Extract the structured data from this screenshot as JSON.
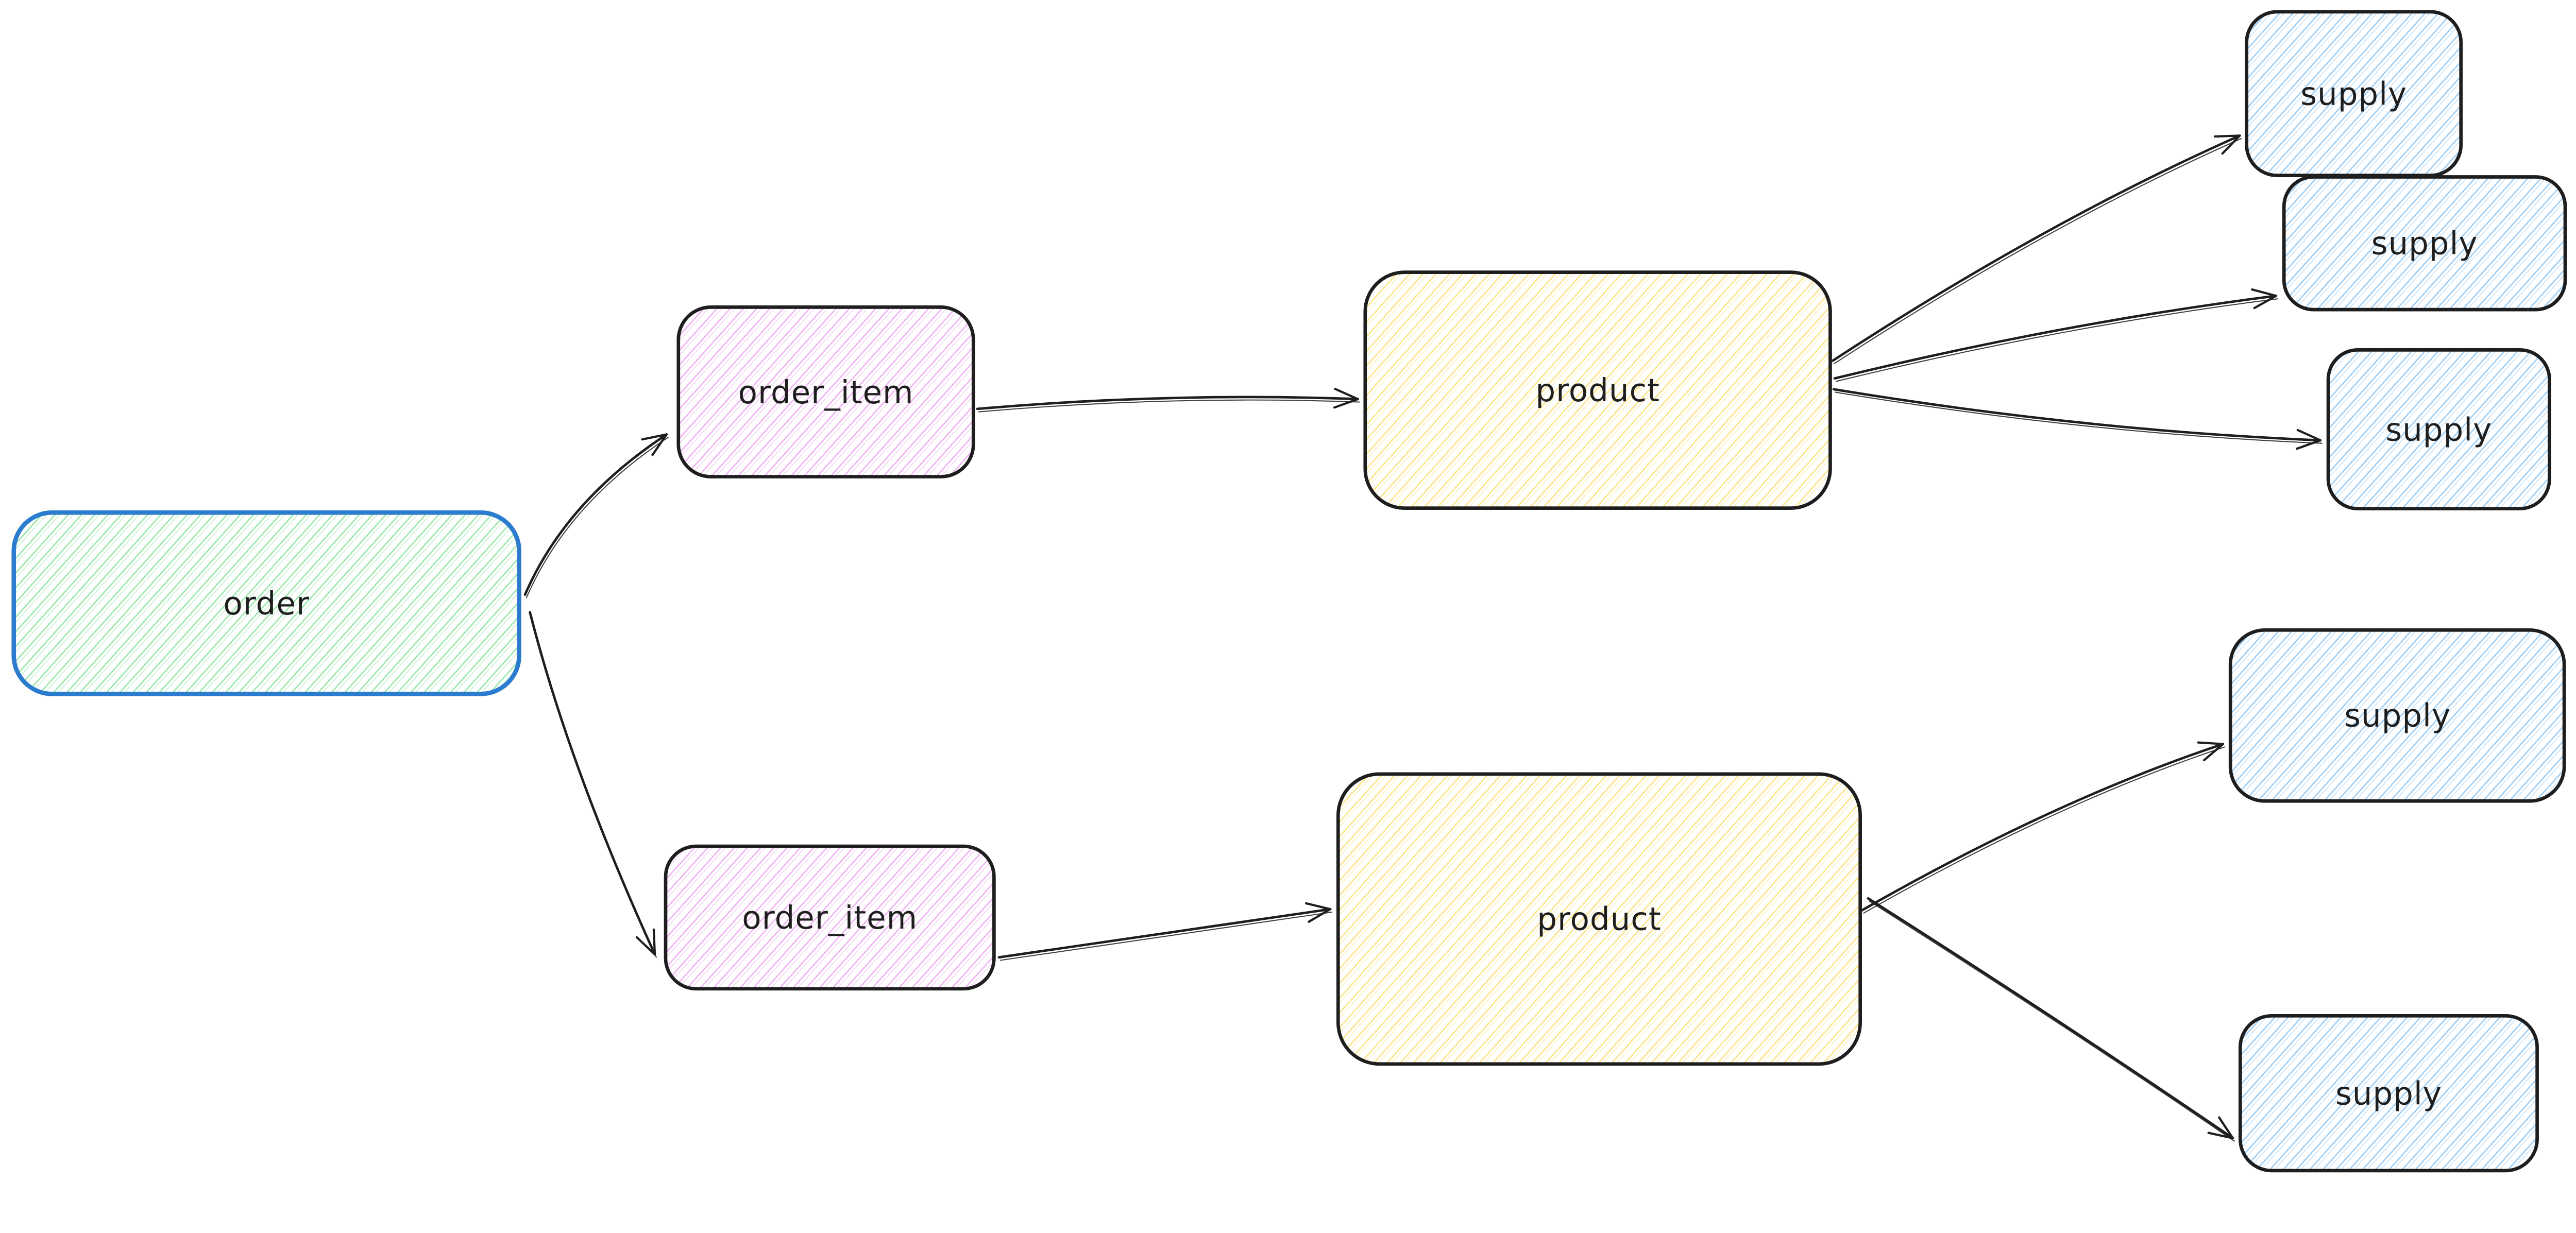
{
  "diagram": {
    "description": "hand-drawn entity relationship sketch",
    "background_color": "#ffffff",
    "nodes": [
      {
        "id": "order",
        "label": "order",
        "fill_style": "hachure",
        "fill_color": "#9be8ac",
        "stroke_color": "#2b7bce"
      },
      {
        "id": "order_item_1",
        "label": "order_item",
        "fill_style": "hachure",
        "fill_color": "#f0b4f4",
        "stroke_color": "#1e1e1e"
      },
      {
        "id": "order_item_2",
        "label": "order_item",
        "fill_style": "hachure",
        "fill_color": "#f0b4f4",
        "stroke_color": "#1e1e1e"
      },
      {
        "id": "product_1",
        "label": "product",
        "fill_style": "hachure",
        "fill_color": "#fce488",
        "stroke_color": "#1e1e1e"
      },
      {
        "id": "product_2",
        "label": "product",
        "fill_style": "hachure",
        "fill_color": "#fce488",
        "stroke_color": "#1e1e1e"
      },
      {
        "id": "supply_1",
        "label": "supply",
        "fill_style": "hachure",
        "fill_color": "#a0cff6",
        "stroke_color": "#1e1e1e"
      },
      {
        "id": "supply_2",
        "label": "supply",
        "fill_style": "hachure",
        "fill_color": "#a0cff6",
        "stroke_color": "#1e1e1e"
      },
      {
        "id": "supply_3",
        "label": "supply",
        "fill_style": "hachure",
        "fill_color": "#a0cff6",
        "stroke_color": "#1e1e1e"
      },
      {
        "id": "supply_4",
        "label": "supply",
        "fill_style": "hachure",
        "fill_color": "#a0cff6",
        "stroke_color": "#1e1e1e"
      },
      {
        "id": "supply_5",
        "label": "supply",
        "fill_style": "hachure",
        "fill_color": "#a0cff6",
        "stroke_color": "#1e1e1e"
      }
    ],
    "edges": [
      {
        "from": "order",
        "to": "order_item_1"
      },
      {
        "from": "order",
        "to": "order_item_2"
      },
      {
        "from": "order_item_1",
        "to": "product_1"
      },
      {
        "from": "order_item_2",
        "to": "product_2"
      },
      {
        "from": "product_1",
        "to": "supply_1"
      },
      {
        "from": "product_1",
        "to": "supply_2"
      },
      {
        "from": "product_1",
        "to": "supply_3"
      },
      {
        "from": "product_2",
        "to": "supply_4"
      },
      {
        "from": "product_2",
        "to": "supply_5"
      }
    ],
    "style": {
      "arrow_color": "#1e1e1e",
      "text_color": "#1e1e1e",
      "arrowhead": "open-v"
    }
  }
}
